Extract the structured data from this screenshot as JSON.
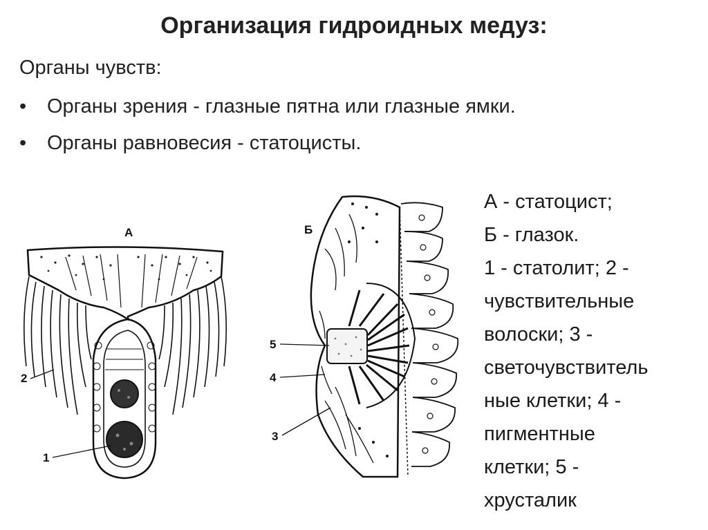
{
  "title": "Организация гидроидных медуз:",
  "subtitle": "Органы чувств:",
  "bullets": [
    "Органы зрения - глазные пятна или глазные ямки.",
    "Органы равновесия - статоцисты."
  ],
  "bullet_glyph": "•",
  "figure_a": {
    "letter": "А",
    "labels": [
      "2",
      "1"
    ]
  },
  "figure_b": {
    "letter": "Б",
    "labels": [
      "5",
      "4",
      "3"
    ]
  },
  "legend_lines": [
    "А - статоцист;",
    "Б - глазок.",
    "1 - статолит; 2 -",
    "чувствительные",
    "волоски; 3 -",
    "светочувствитель",
    "ные клетки; 4 -",
    "пигментные",
    "клетки; 5 -",
    "хрусталик"
  ]
}
